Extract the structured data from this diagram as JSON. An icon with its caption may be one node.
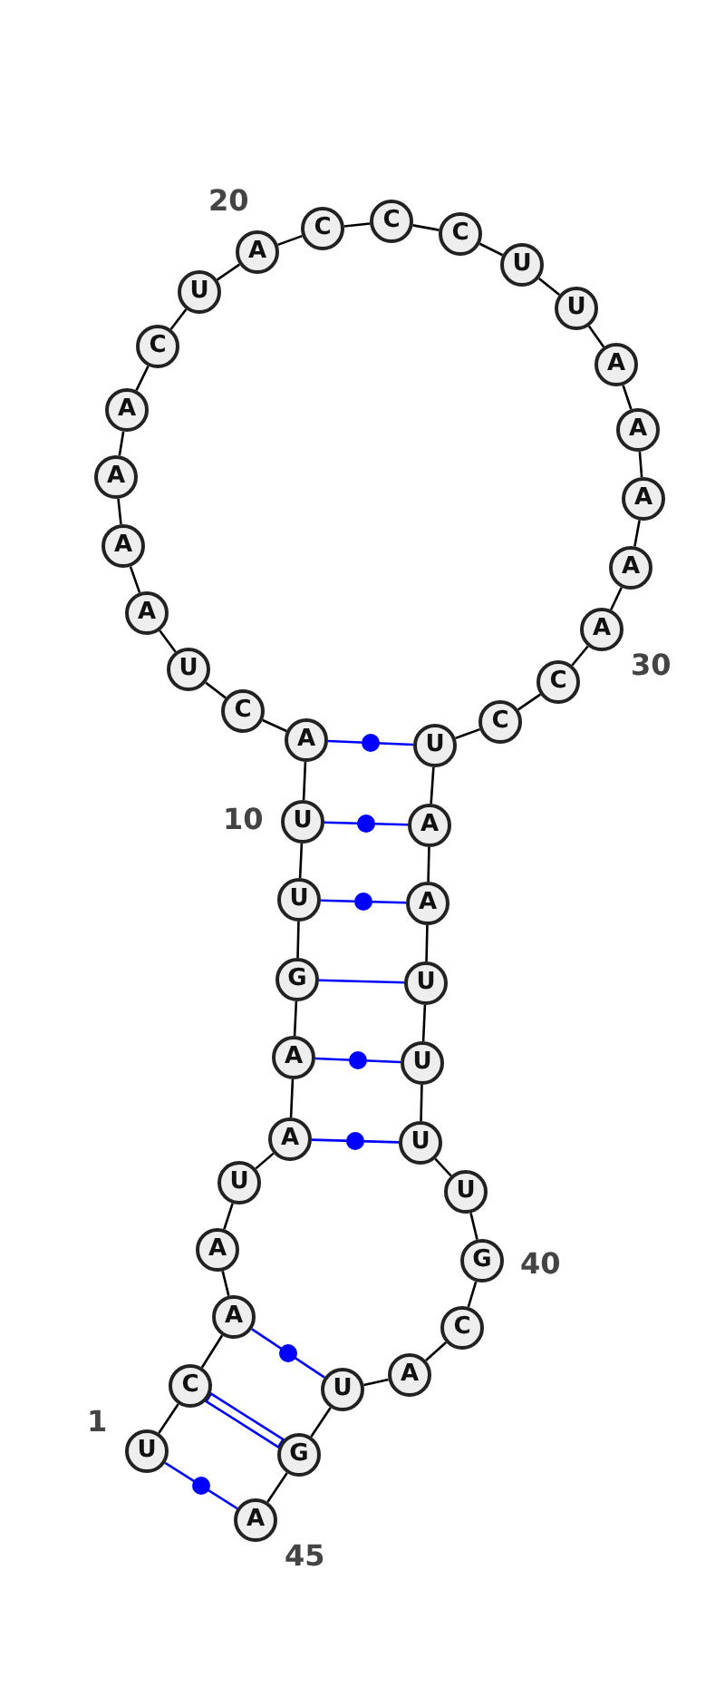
{
  "diagram": {
    "nodes": [
      {
        "text": [
          "U"
        ]
      },
      {
        "text": [
          "C"
        ]
      },
      {
        "text": [
          "A"
        ]
      },
      {
        "text": [
          "A"
        ]
      },
      {
        "text": [
          "U"
        ]
      },
      {
        "text": [
          "A"
        ]
      },
      {
        "text": [
          "A"
        ]
      },
      {
        "text": [
          "G"
        ]
      },
      {
        "text": [
          "U"
        ]
      },
      {
        "text": [
          "U"
        ]
      },
      {
        "text": [
          "A"
        ]
      },
      {
        "text": [
          "C"
        ]
      },
      {
        "text": [
          "U"
        ]
      },
      {
        "text": [
          "A"
        ]
      },
      {
        "text": [
          "A"
        ]
      },
      {
        "text": [
          "A"
        ]
      },
      {
        "text": [
          "A"
        ]
      },
      {
        "text": [
          "C"
        ]
      },
      {
        "text": [
          "U"
        ]
      },
      {
        "text": [
          "A"
        ]
      },
      {
        "text": [
          "C"
        ]
      },
      {
        "text": [
          "C"
        ]
      },
      {
        "text": [
          "C"
        ]
      },
      {
        "text": [
          "U"
        ]
      },
      {
        "text": [
          "U"
        ]
      },
      {
        "text": [
          "A"
        ]
      },
      {
        "text": [
          "A"
        ]
      },
      {
        "text": [
          "A"
        ]
      },
      {
        "text": [
          "A"
        ]
      },
      {
        "text": [
          "A"
        ]
      },
      {
        "text": [
          "C"
        ]
      },
      {
        "text": [
          "C"
        ]
      },
      {
        "text": [
          "U"
        ]
      },
      {
        "text": [
          "A"
        ]
      },
      {
        "text": [
          "A"
        ]
      },
      {
        "text": [
          "U"
        ]
      },
      {
        "text": [
          "U"
        ]
      },
      {
        "text": [
          "U"
        ]
      },
      {
        "text": [
          "U"
        ]
      },
      {
        "text": [
          "G"
        ]
      },
      {
        "text": [
          "C"
        ]
      },
      {
        "text": [
          "A"
        ]
      },
      {
        "text": [
          "U"
        ]
      },
      {
        "text": [
          "G"
        ]
      },
      {
        "text": [
          "A"
        ]
      }
    ],
    "edges": [
      {
        "from": 0,
        "to": 1,
        "arrow": "none"
      },
      {
        "from": 1,
        "to": 2,
        "arrow": "none"
      },
      {
        "from": 2,
        "to": 3,
        "arrow": "none"
      },
      {
        "from": 3,
        "to": 4,
        "arrow": "none"
      },
      {
        "from": 4,
        "to": 5,
        "arrow": "none"
      },
      {
        "from": 5,
        "to": 6,
        "arrow": "none"
      },
      {
        "from": 6,
        "to": 7,
        "arrow": "none"
      },
      {
        "from": 7,
        "to": 8,
        "arrow": "none"
      },
      {
        "from": 8,
        "to": 9,
        "arrow": "none"
      },
      {
        "from": 9,
        "to": 10,
        "arrow": "none"
      },
      {
        "from": 10,
        "to": 11,
        "arrow": "none"
      },
      {
        "from": 11,
        "to": 12,
        "arrow": "none"
      },
      {
        "from": 12,
        "to": 13,
        "arrow": "none"
      },
      {
        "from": 13,
        "to": 14,
        "arrow": "none"
      },
      {
        "from": 14,
        "to": 15,
        "arrow": "none"
      },
      {
        "from": 15,
        "to": 16,
        "arrow": "none"
      },
      {
        "from": 16,
        "to": 17,
        "arrow": "none"
      },
      {
        "from": 17,
        "to": 18,
        "arrow": "none"
      },
      {
        "from": 18,
        "to": 19,
        "arrow": "none"
      },
      {
        "from": 19,
        "to": 20,
        "arrow": "none"
      },
      {
        "from": 20,
        "to": 21,
        "arrow": "none"
      },
      {
        "from": 21,
        "to": 22,
        "arrow": "none"
      },
      {
        "from": 22,
        "to": 23,
        "arrow": "none"
      },
      {
        "from": 23,
        "to": 24,
        "arrow": "none"
      },
      {
        "from": 24,
        "to": 25,
        "arrow": "none"
      },
      {
        "from": 25,
        "to": 26,
        "arrow": "none"
      },
      {
        "from": 26,
        "to": 27,
        "arrow": "none"
      },
      {
        "from": 27,
        "to": 28,
        "arrow": "none"
      },
      {
        "from": 28,
        "to": 29,
        "arrow": "none"
      },
      {
        "from": 29,
        "to": 30,
        "arrow": "none"
      },
      {
        "from": 30,
        "to": 31,
        "arrow": "none"
      },
      {
        "from": 31,
        "to": 32,
        "arrow": "none"
      },
      {
        "from": 32,
        "to": 33,
        "arrow": "none"
      },
      {
        "from": 33,
        "to": 34,
        "arrow": "none"
      },
      {
        "from": 34,
        "to": 35,
        "arrow": "none"
      },
      {
        "from": 35,
        "to": 36,
        "arrow": "none"
      },
      {
        "from": 36,
        "to": 37,
        "arrow": "none"
      },
      {
        "from": 37,
        "to": 38,
        "arrow": "none"
      },
      {
        "from": 38,
        "to": 39,
        "arrow": "none"
      },
      {
        "from": 39,
        "to": 40,
        "arrow": "none"
      },
      {
        "from": 40,
        "to": 41,
        "arrow": "none"
      },
      {
        "from": 41,
        "to": 42,
        "arrow": "none"
      },
      {
        "from": 42,
        "to": 43,
        "arrow": "none"
      },
      {
        "from": 43,
        "to": 44,
        "arrow": "none"
      },
      {
        "from": 0,
        "to": 44,
        "arrow": "none",
        "color": "#0000ff"
      },
      {
        "from": 1,
        "to": 43,
        "arrow": "none",
        "color": "#0000ff"
      },
      {
        "from": 2,
        "to": 42,
        "arrow": "none",
        "color": "#0000ff"
      },
      {
        "from": 5,
        "to": 37,
        "arrow": "none",
        "color": "#0000ff"
      },
      {
        "from": 6,
        "to": 36,
        "arrow": "none",
        "color": "#0000ff"
      },
      {
        "from": 7,
        "to": 35,
        "arrow": "none",
        "color": "#0000ff"
      },
      {
        "from": 8,
        "to": 34,
        "arrow": "none",
        "color": "#0000ff"
      },
      {
        "from": 9,
        "to": 33,
        "arrow": "none",
        "color": "#0000ff"
      },
      {
        "from": 10,
        "to": 32,
        "arrow": "none",
        "color": "#0000ff"
      }
    ],
    "labels": [
      "20",
      "30",
      "10",
      "40",
      "1",
      "45"
    ]
  }
}
